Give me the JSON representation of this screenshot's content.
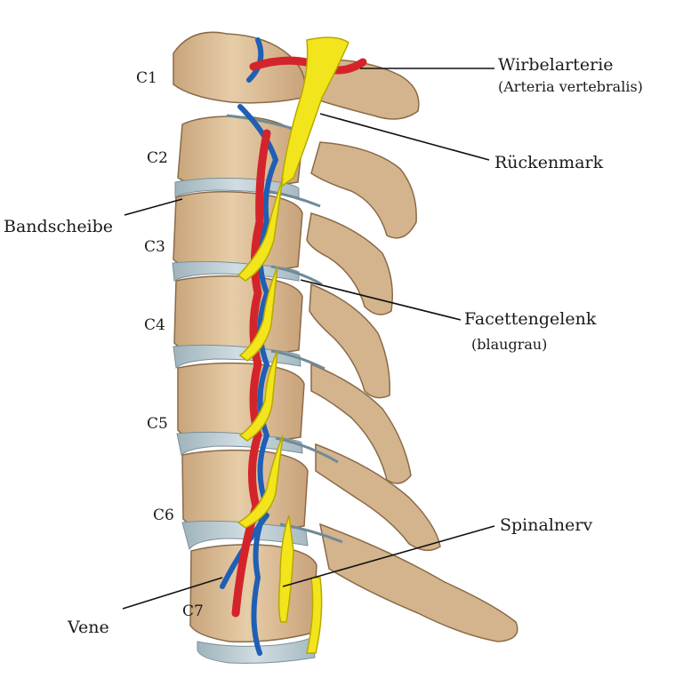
{
  "labels": {
    "wirbelarterie": "Wirbelarterie",
    "arteria_vertebralis": "(Arteria vertebralis)",
    "rueckenmark": "Rückenmark",
    "bandscheibe": "Bandscheibe",
    "facettengelenk": "Facettengelenk",
    "blaugrau": "(blaugrau)",
    "spinalnerv": "Spinalnerv",
    "vene": "Vene"
  },
  "vertebrae": [
    "C1",
    "C2",
    "C3",
    "C4",
    "C5",
    "C6",
    "C7"
  ],
  "colors": {
    "bone": "#ddc09a",
    "bone_shadow": "#b8946a",
    "bone_outline": "#8a6a48",
    "disc": "#b9cbd3",
    "artery": "#d4242b",
    "vein": "#1f5fb4",
    "nerve": "#f2e51c",
    "nerve_outline": "#b8a800"
  }
}
